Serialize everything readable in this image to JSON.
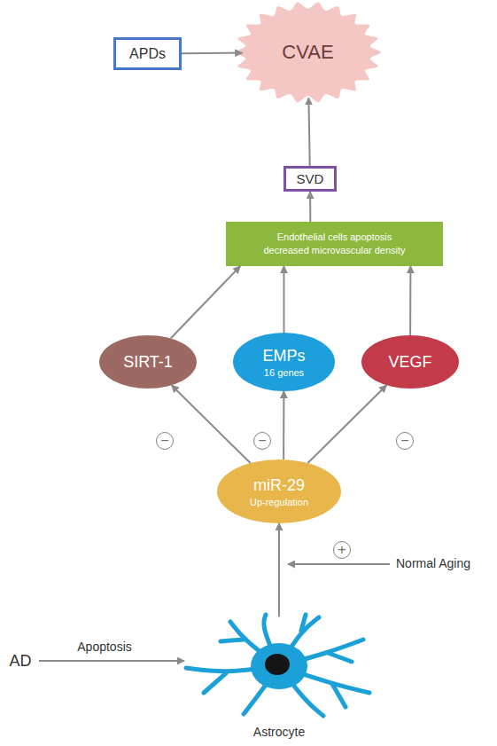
{
  "diagram": {
    "nodes": [
      {
        "text": [
          "APDs"
        ]
      },
      {
        "text": [
          "CVAE"
        ]
      },
      {
        "text": [
          "SVD"
        ]
      },
      {
        "text": [
          "Endothelial cells apoptosis decreased microvascular density"
        ]
      },
      {
        "text": [
          "SIRT-1"
        ]
      },
      {
        "text": [
          "EMPs",
          "16 genes"
        ]
      },
      {
        "text": [
          "VEGF"
        ]
      },
      {
        "text": [
          "miR-29",
          "Up-regulation"
        ]
      },
      {
        "text": [
          "AD"
        ]
      },
      {
        "text": [
          "Astrocyte"
        ]
      }
    ],
    "edges": [
      {
        "from": 0,
        "to": 1,
        "arrow": "to"
      },
      {
        "from": 2,
        "to": 1,
        "arrow": "to"
      },
      {
        "from": 3,
        "to": 2,
        "arrow": "to"
      },
      {
        "from": 4,
        "to": 3,
        "arrow": "to"
      },
      {
        "from": 5,
        "to": 3,
        "arrow": "to"
      },
      {
        "from": 6,
        "to": 3,
        "arrow": "to"
      },
      {
        "from": 7,
        "to": 4,
        "arrow": "to"
      },
      {
        "from": 7,
        "to": 5,
        "arrow": "to"
      },
      {
        "from": 7,
        "to": 6,
        "arrow": "to"
      },
      {
        "from": 9,
        "to": 7,
        "arrow": "to"
      },
      {
        "from": 8,
        "to": 9,
        "label": "Apoptosis",
        "arrow": "to"
      }
    ],
    "labels": [
      "−",
      "−",
      "−",
      "+",
      "Normal Aging"
    ]
  }
}
